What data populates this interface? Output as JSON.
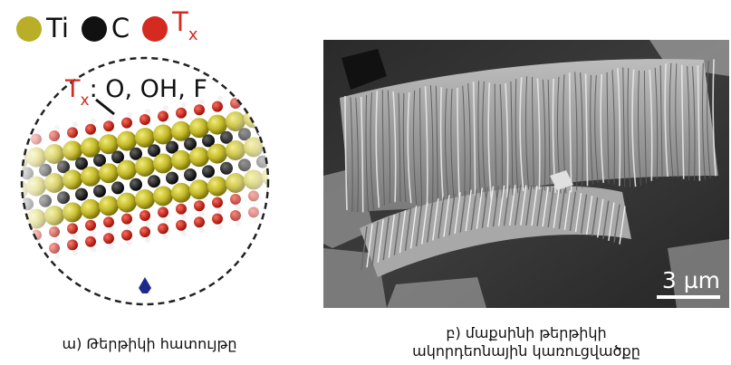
{
  "legend": {
    "items": [
      {
        "label": "Ti",
        "color": "#b8ae28"
      },
      {
        "label": "C",
        "color": "#111111"
      },
      {
        "label": "T",
        "sub": "x",
        "color": "#d42a20"
      }
    ]
  },
  "annotation": {
    "prefix": "T",
    "sub": "x",
    "text": ": O, OH, F"
  },
  "scale_bar": {
    "label": "3 µm"
  },
  "captions": {
    "a": "ա) Թերթիկի հատույթը",
    "b_line1": "բ) մաքսինի թերթիկի",
    "b_line2": "ակորդեոնային կառուցվածքը"
  }
}
